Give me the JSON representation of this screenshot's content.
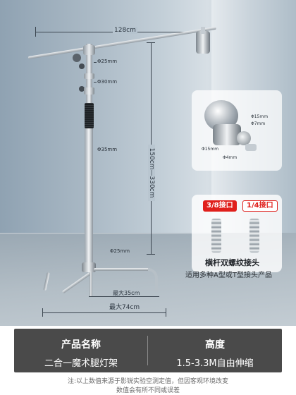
{
  "dimensions": {
    "boom_length": "128cm",
    "height_range": "150cm—330cm",
    "max_spread_74": "最大74cm",
    "max_spread_35": "最大35cm"
  },
  "pole_labels": {
    "d25_top": "Φ25mm",
    "d30": "Φ30mm",
    "d35": "Φ35mm",
    "d25_base": "Φ25mm"
  },
  "clamp_card": {
    "d15_a": "Φ15mm",
    "d7": "Φ7mm",
    "d15_b": "Φ15mm",
    "d4": "Φ4mm"
  },
  "adapter_card": {
    "badge_left": "3/8接口",
    "badge_right": "1/4接口",
    "title": "横杆双螺纹接头",
    "subtitle": "适用多种A型或T型接头产品"
  },
  "specs": {
    "name_heading": "产品名称",
    "name_value": "二合一魔术腿灯架",
    "height_heading": "高度",
    "height_value": "1.5-3.3M自由伸缩"
  },
  "footnotes": {
    "line1": "注:以上数值来源于影锐实验空测定值，但因客观环境改变",
    "line2": "数值会有所不同或误差"
  },
  "colors": {
    "spec_panel": "#4a4a4a",
    "badge_red": "#e0201c"
  }
}
